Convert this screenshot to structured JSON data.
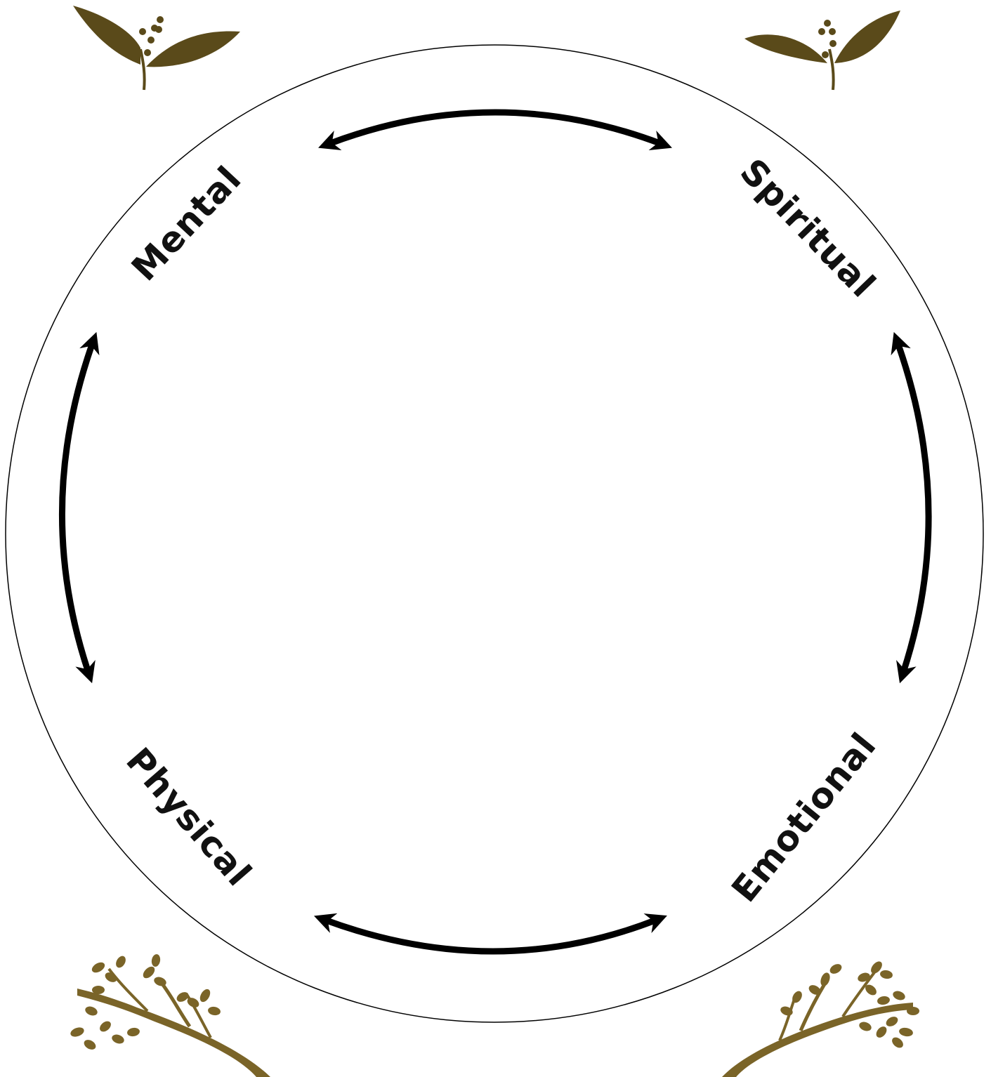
{
  "labels": {
    "mental": "Mental",
    "spiritual": "Spiritual",
    "emotional": "Emotional",
    "physical": "Physical"
  },
  "colors": {
    "circle_stroke": "#000000",
    "arrow": "#000000",
    "label": "#111111",
    "sprout": "#5a4a1a",
    "branch": "#7a6428"
  },
  "icons": {
    "top_left": "sprout-icon",
    "top_right": "sprout-icon",
    "bottom_left": "leafy-branch-icon",
    "bottom_right": "leafy-branch-icon"
  }
}
